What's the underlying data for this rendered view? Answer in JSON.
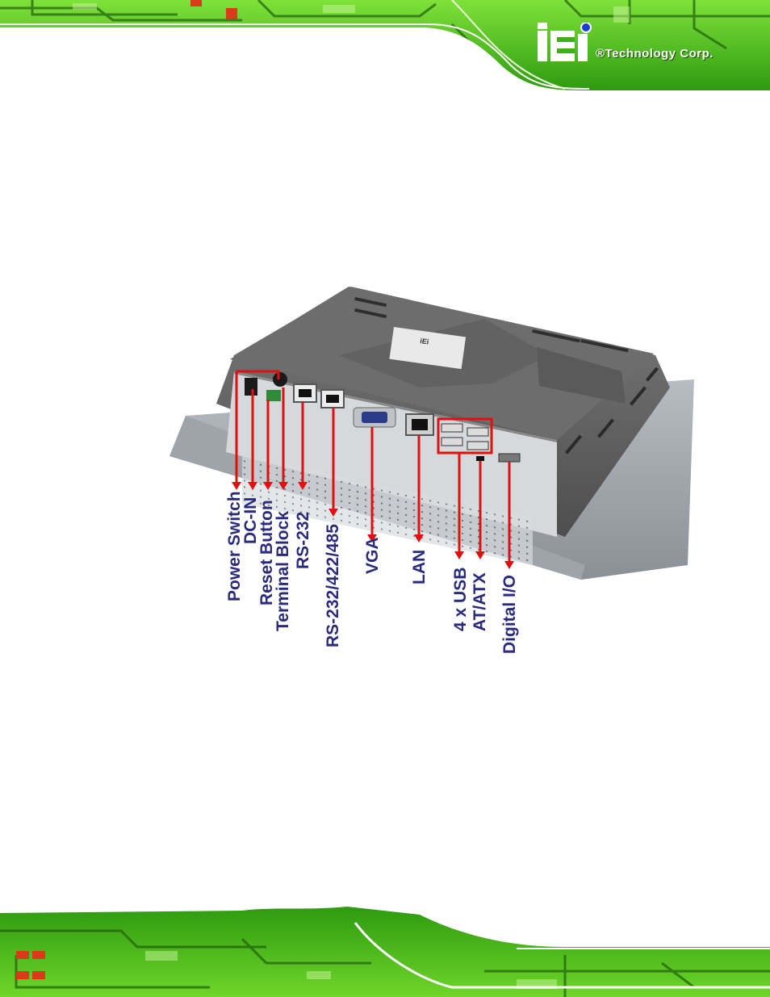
{
  "brand": {
    "logo_mark": "iEi",
    "logo_text": "®Technology Corp."
  },
  "colors": {
    "pcb_green": "#3db01a",
    "label_blue": "#2a2a7e",
    "callout_red": "#e01010",
    "panel_gray": "#6b6b6b"
  },
  "figure": {
    "labels": {
      "power_switch": "Power Switch",
      "dc_in": "DC-IN",
      "reset_button": "Reset Button",
      "terminal_block": "Terminal Block",
      "rs232": "RS-232",
      "rs232_422_485": "RS-232/422/485",
      "vga": "VGA",
      "lan": "LAN",
      "usb": "4 x USB",
      "at_atx": "AT/ATX",
      "digital_io": "Digital I/O"
    },
    "product_label_text": "iEi"
  }
}
